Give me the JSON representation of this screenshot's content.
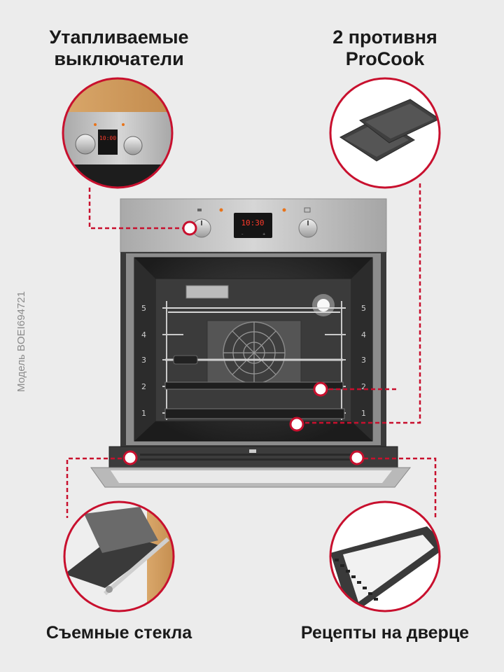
{
  "captions": {
    "top_left": [
      "Утапливаемые",
      "выключатели"
    ],
    "top_right": [
      "2 противня",
      "ProCook"
    ],
    "bottom_left": "Съемные стекла",
    "bottom_right": "Рецепты на дверце"
  },
  "model_label": "Модель BOEI694721",
  "display": {
    "time": "10:30",
    "inset_time": "10:00"
  },
  "rack_numbers": [
    "5",
    "4",
    "3",
    "2",
    "1"
  ],
  "colors": {
    "accent": "#c8102e",
    "background": "#ececec",
    "steel": "#b8b8b8",
    "cavity": "#2a2a2a"
  }
}
